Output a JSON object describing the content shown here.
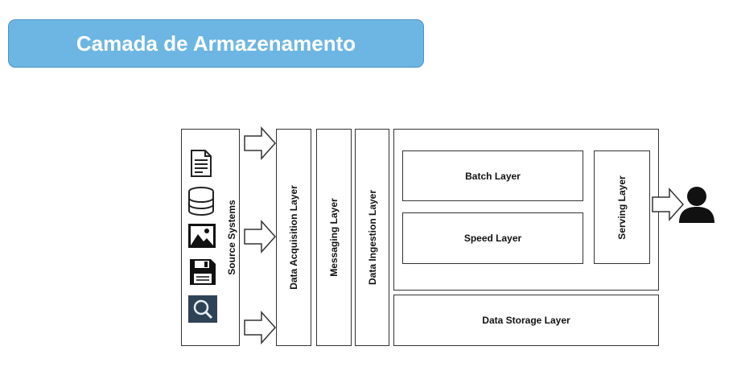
{
  "title": "Camada de Armazenamento",
  "diagram": {
    "source_systems": {
      "label": "Source Systems",
      "icons": [
        "document-icon",
        "database-icon",
        "image-icon",
        "floppy-disk-icon",
        "search-icon"
      ]
    },
    "layers": {
      "data_acquisition": "Data Acquisition Layer",
      "messaging": "Messaging Layer",
      "data_ingestion": "Data Ingestion Layer",
      "batch": "Batch Layer",
      "speed": "Speed Layer",
      "serving": "Serving Layer",
      "data_storage": "Data Storage Layer"
    },
    "consumer_icon": "user-icon",
    "arrow_count": 4
  }
}
